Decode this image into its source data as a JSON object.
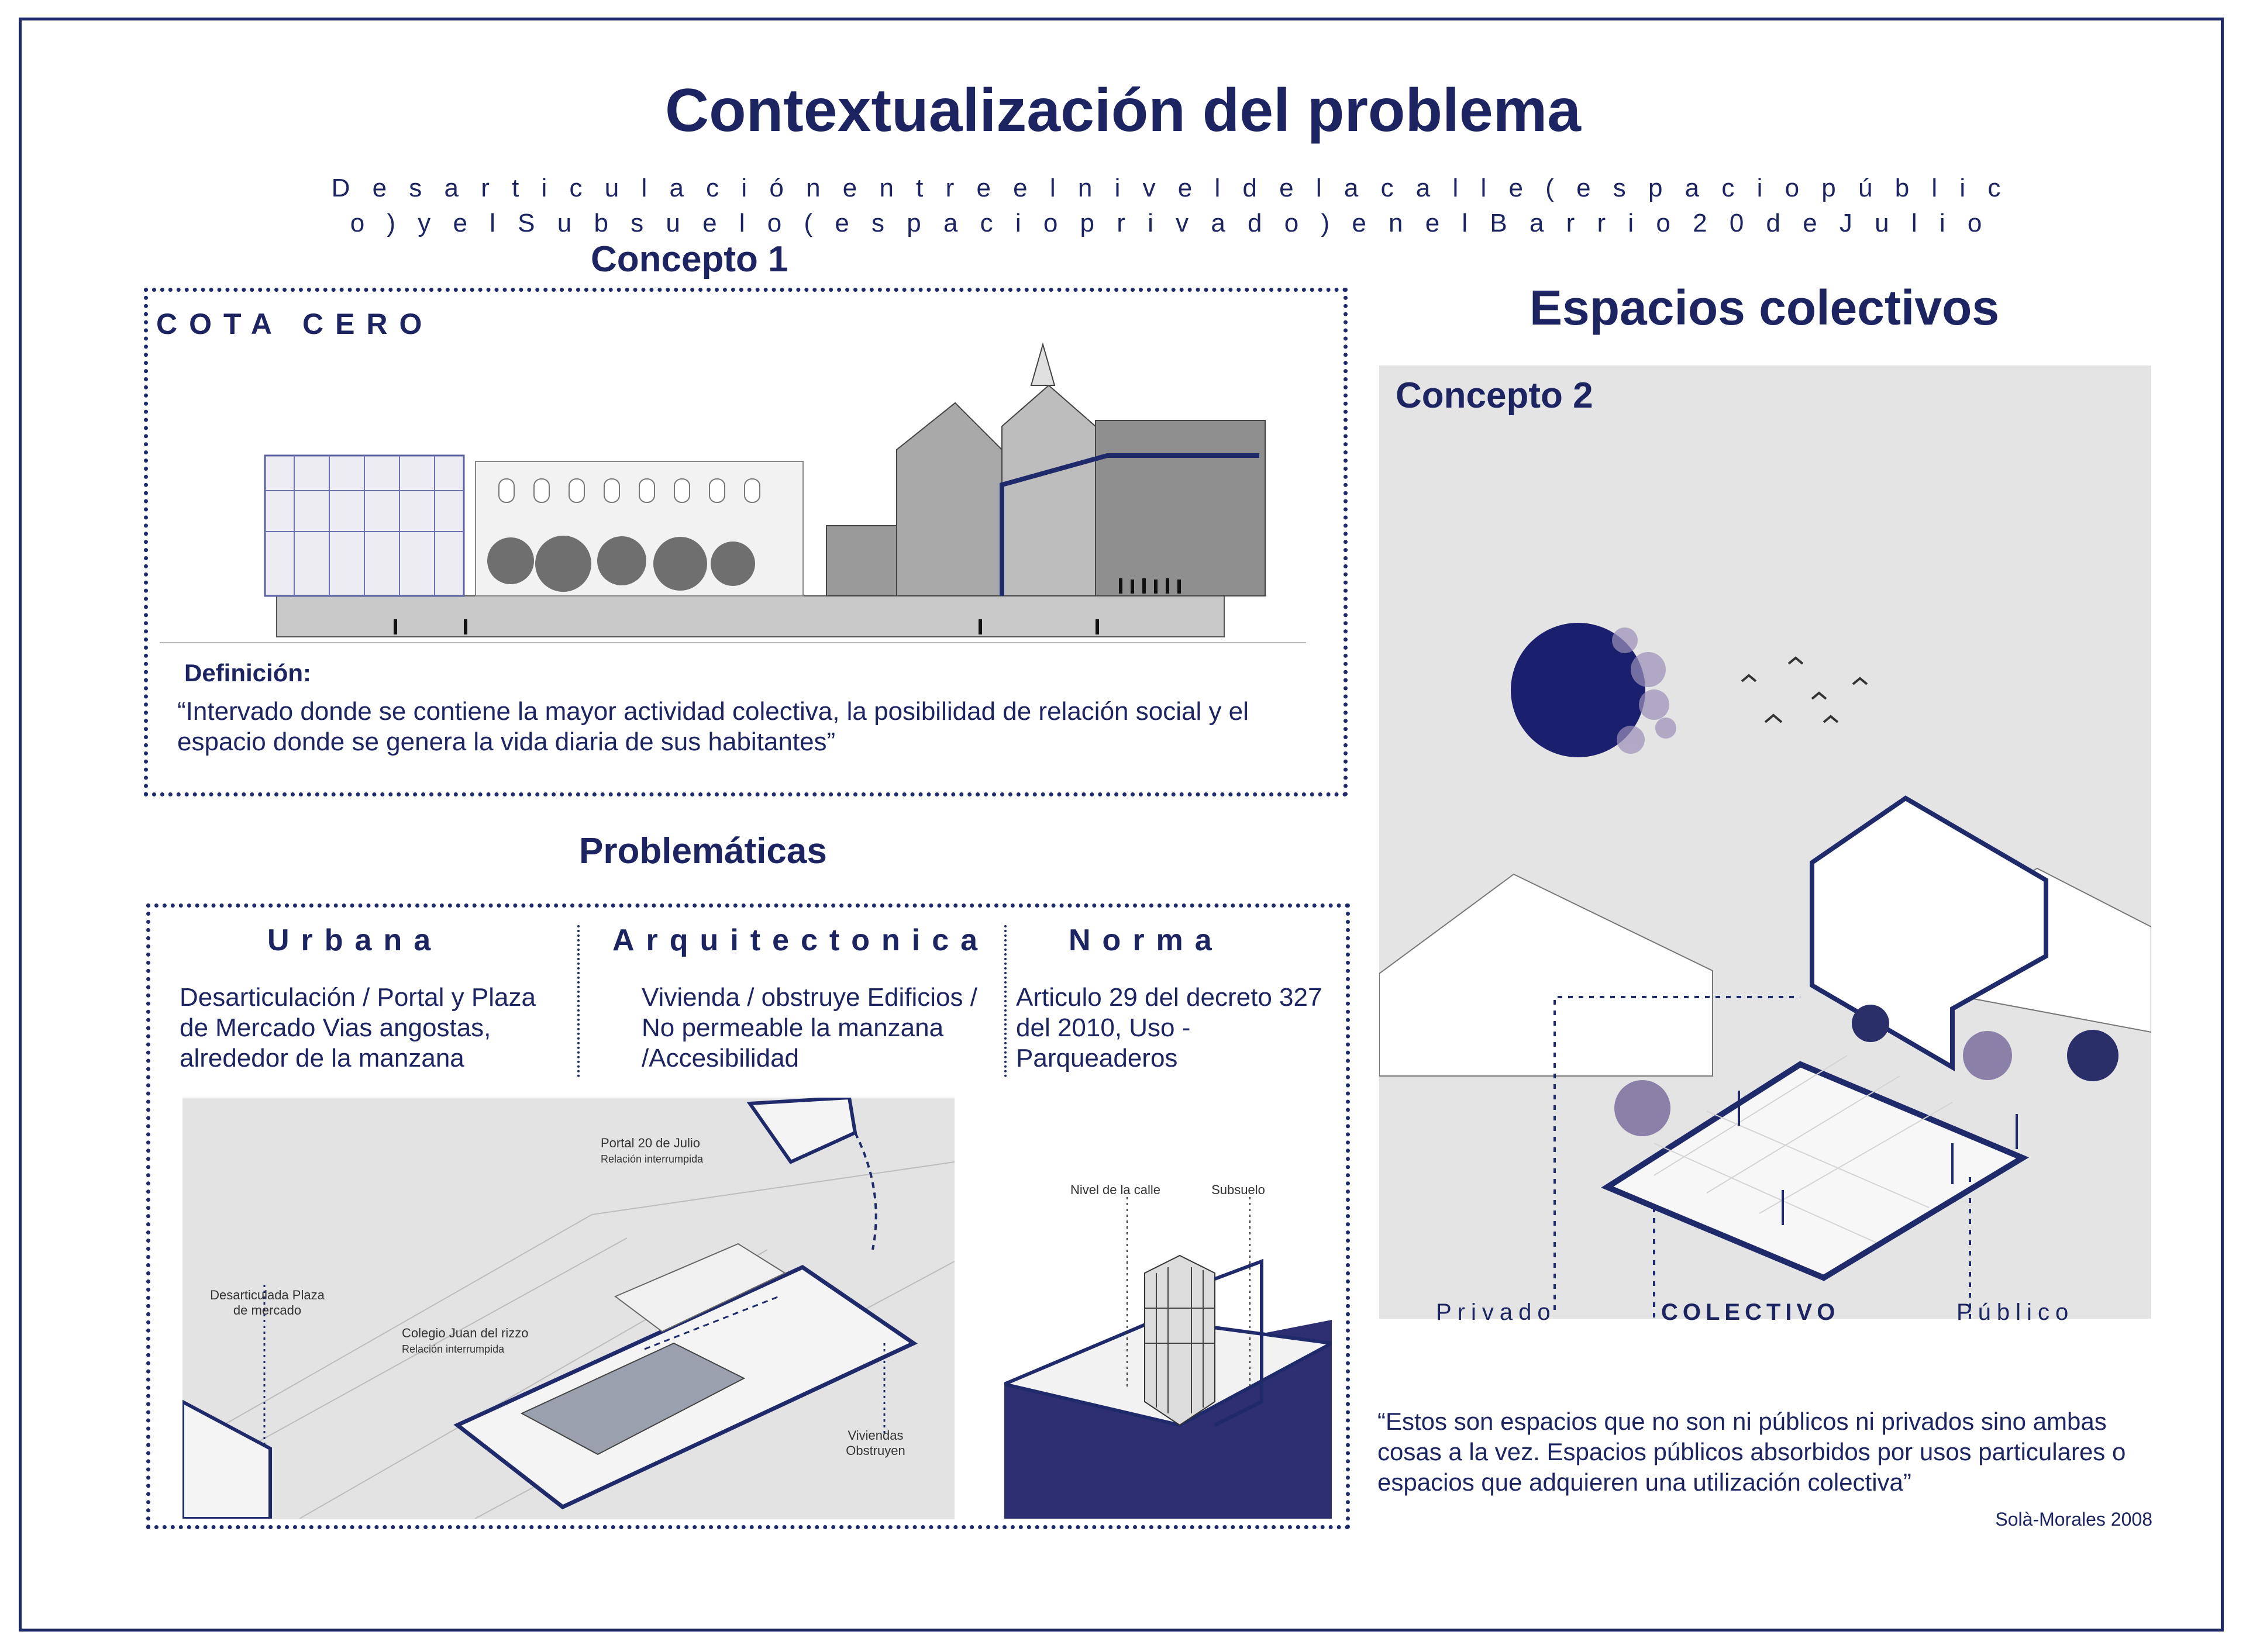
{
  "title": "Contextualización del problema",
  "subtitle": "D e s a r t i c u l a c i ó n   e n t r e  e l   n i v e l  d e  l a  c a l l e  ( e s p a c i o  p ú b l i c o  )  y e l  S u b  s u e l o  ( e s p a c i o  p r i v a d o )  e n  e l  B a r r i o  2 0  d e  J u l i o",
  "concepto1": {
    "heading": "Concepto 1",
    "box_title": "COTA CERO",
    "definition_label": "Definición:",
    "definition_text": "“Intervado donde se contiene la mayor actividad colectiva, la posibilidad de relación social y el espacio donde se genera la vida diaria de sus habitantes”"
  },
  "problematicas": {
    "heading": "Problemáticas",
    "columns": [
      {
        "title": "Urbana",
        "text": "Desarticulación / Portal y Plaza de Mercado Vias angostas, alrededor de la manzana"
      },
      {
        "title": "Arquitectonica",
        "text": "Vivienda / obstruye Edificios / No permeable la manzana /Accesibilidad"
      },
      {
        "title": "Norma",
        "text": "Articulo 29 del decreto 327 del 2010, Uso - Parqueaderos"
      }
    ],
    "map_labels": {
      "portal": "Portal 20 de Julio",
      "portal_sub": "Relación interrumpida",
      "plaza": "Desarticulada Plaza de mercado",
      "colegio": "Colegio Juan del rizzo",
      "colegio_sub": "Relación interrumpida",
      "viviendas": "Viviendas Obstruyen"
    },
    "section_labels": {
      "nivel": "Nivel de la calle",
      "subsuelo": "Subsuelo"
    }
  },
  "concepto2": {
    "heading": "Espacios colectivos",
    "box_title": "Concepto 2",
    "labels": {
      "privado": "Privado",
      "colectivo": "COLECTIVO",
      "publico": "Público"
    },
    "quote": "“Estos son espacios que no son ni públicos ni privados sino ambas cosas a la vez. Espacios públicos absorbidos por usos particulares o espacios que adquieren una utilización colectiva”",
    "citation": "Solà-Morales 2008"
  },
  "colors": {
    "navy": "#1c2461",
    "accent": "#2a3070",
    "panel_gray": "#e3e3e3"
  }
}
